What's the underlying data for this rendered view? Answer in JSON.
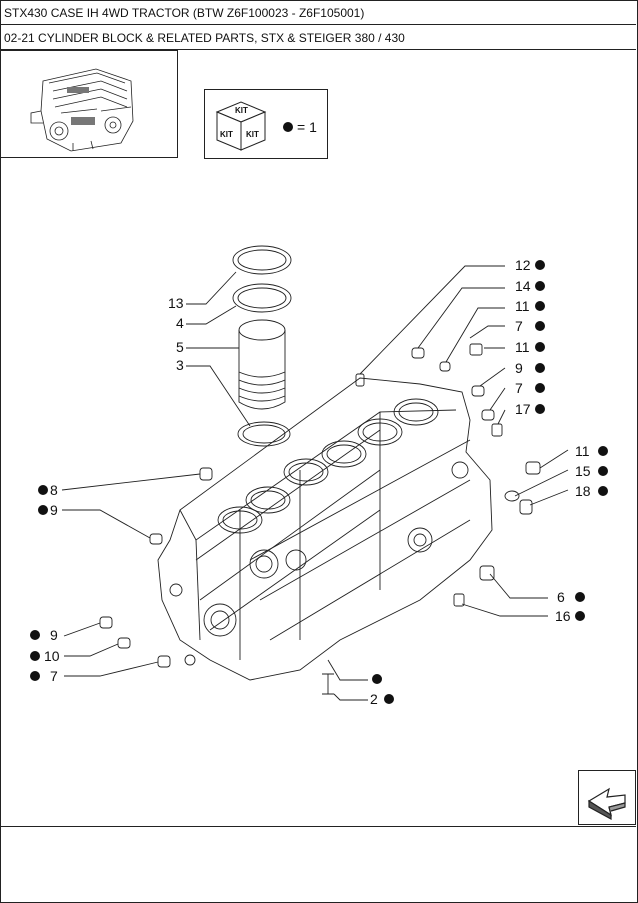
{
  "header": {
    "title": "STX430 CASE IH 4WD TRACTOR (BTW Z6F100023 - Z6F105001)",
    "section": "02-21 CYLINDER BLOCK & RELATED PARTS, STX & STEIGER 380 / 430"
  },
  "kit_legend": {
    "box_top": "KIT",
    "box_left": "KIT",
    "box_right": "KIT",
    "equals_label": "= 1"
  },
  "callouts": {
    "c12": "12",
    "c14": "14",
    "c11a": "11",
    "c7a": "7",
    "c11b": "11",
    "c9a": "9",
    "c7b": "7",
    "c17": "17",
    "c11c": "11",
    "c15": "15",
    "c18": "18",
    "c6": "6",
    "c16": "16",
    "c2": "2",
    "c13": "13",
    "c4": "4",
    "c5": "5",
    "c3": "3",
    "c8": "8",
    "c9b": "9",
    "c9c": "9",
    "c10": "10",
    "c7c": "7"
  },
  "colors": {
    "ink": "#111111",
    "paper": "#ffffff"
  },
  "icons": [
    "engine-thumbnail",
    "kit-box-icon",
    "next-page-arrow-icon"
  ]
}
